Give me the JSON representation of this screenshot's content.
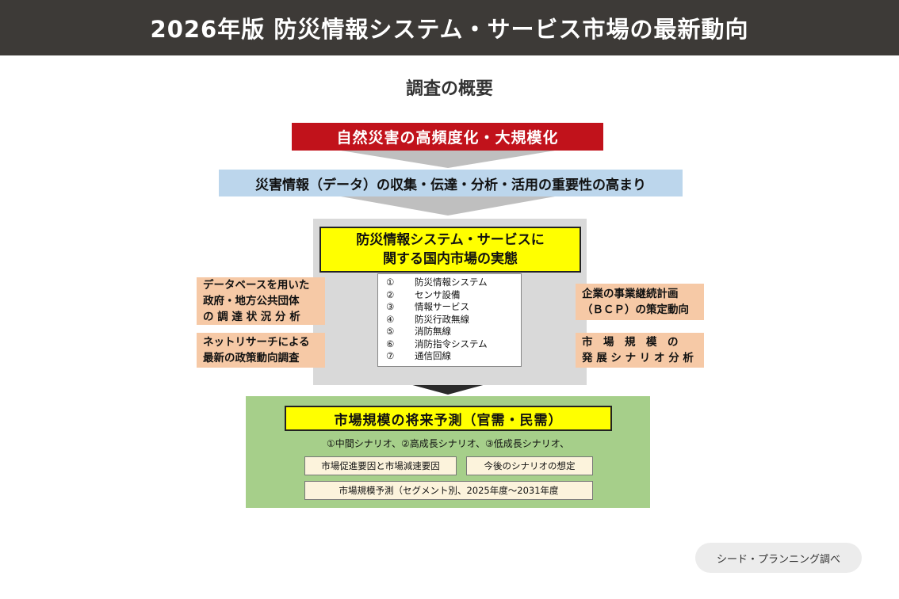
{
  "header": {
    "title": "2026年版 防災情報システム・サービス市場の最新動向"
  },
  "subtitle": "調査の概要",
  "diagram": {
    "top_box": "自然災害の高頻度化・大規模化",
    "second_box": "災害情報（データ）の収集・伝達・分析・活用の重要性の高まり",
    "center_title": [
      "防災情報システム・サービスに",
      "関する国内市場の実態"
    ],
    "market_items": [
      {
        "num": "①",
        "label": "防災情報システム"
      },
      {
        "num": "②",
        "label": "センサ設備"
      },
      {
        "num": "③",
        "label": "情報サービス"
      },
      {
        "num": "④",
        "label": "防災行政無線"
      },
      {
        "num": "⑤",
        "label": "消防無線"
      },
      {
        "num": "⑥",
        "label": "消防指令システム"
      },
      {
        "num": "⑦",
        "label": "通信回線"
      }
    ],
    "left_inputs": [
      [
        "データベースを用いた",
        "政府・地方公共団体",
        "の 調 達 状 況 分 析"
      ],
      [
        "ネットリサーチによる",
        "最新の政策動向調査"
      ]
    ],
    "right_inputs": [
      [
        "企業の事業継続計画",
        "（ＢＣＰ）の策定動向"
      ],
      [
        "市　場　規　模　の",
        "発 展 シ ナ リ オ 分 析"
      ]
    ],
    "forecast_title": "市場規模の将来予測（官需・民需）",
    "scenarios": "①中間シナリオ、②高成長シナリオ、③低成長シナリオ、",
    "factors_box": "市場促進要因と市場減速要因",
    "scenario_box": "今後のシナリオの想定",
    "forecast_box": "市場規模予測（セグメント別、2025年度～2031年度"
  },
  "credit": "シード・プランニング調べ"
}
